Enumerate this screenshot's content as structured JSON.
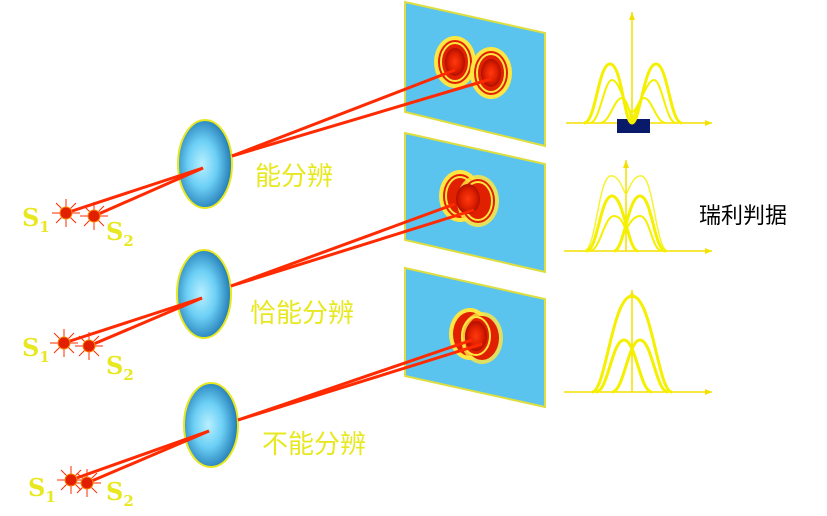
{
  "rows": [
    {
      "label": "能分辨"
    },
    {
      "label": "恰能分辨"
    },
    {
      "label": "不能分辨"
    }
  ],
  "source_letter": "S",
  "source_sub_1": "1",
  "source_sub_2": "2",
  "side_label": "瑞利判据",
  "colors": {
    "ray": "#ff2a00",
    "text": "#e8e820",
    "curve": "#f4f000",
    "screen": "#5bc4ee",
    "screen_border": "#dede40",
    "lens_center": "#8ee0ff",
    "lens_edge": "#1a6ea0",
    "spot_core": "#e02000",
    "spot_ring": "#ffe640",
    "axis": "#f4e000",
    "marker": "#0a1a6a"
  }
}
